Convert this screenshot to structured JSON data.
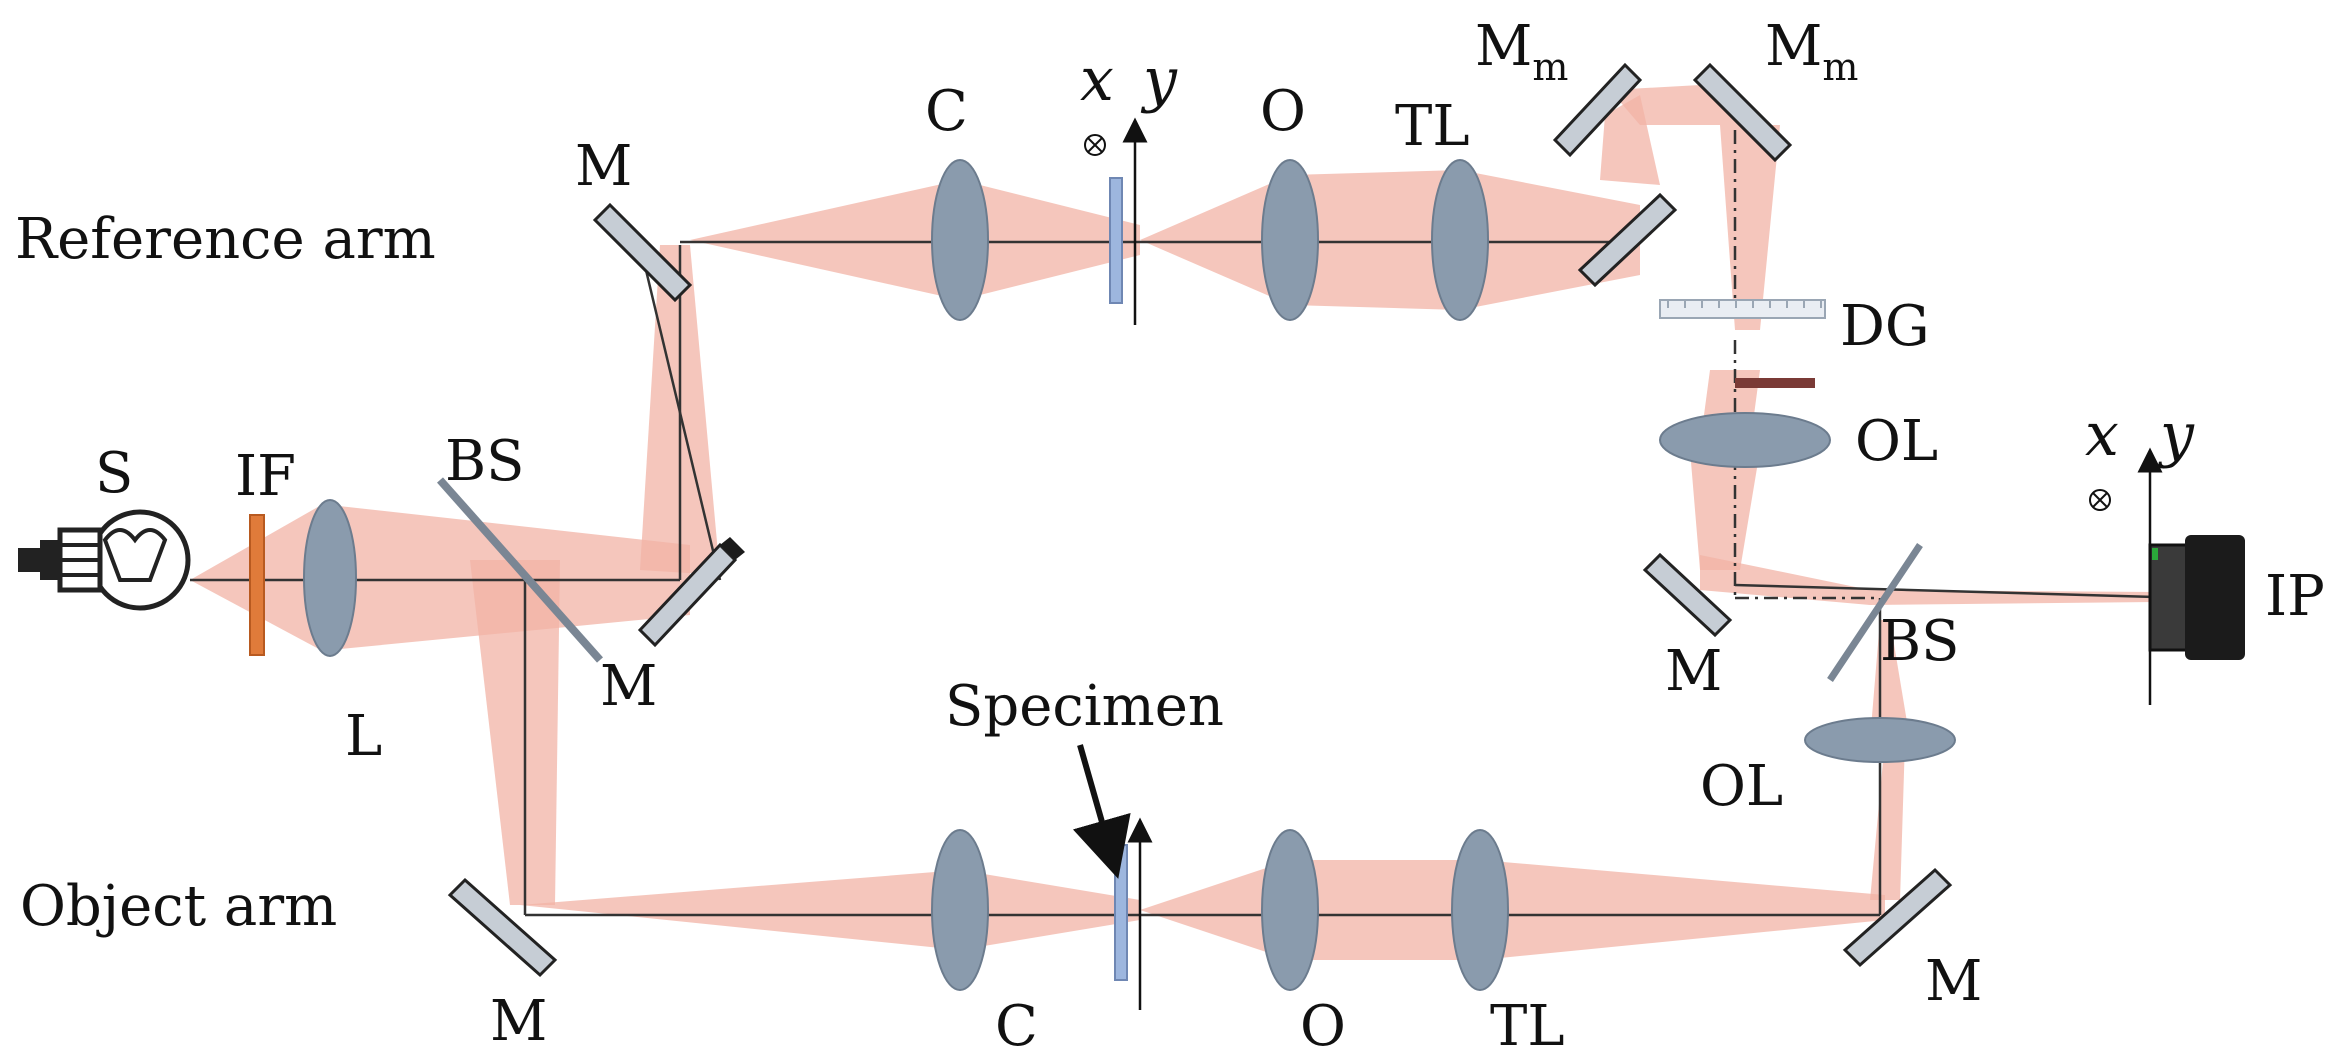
{
  "labels": {
    "reference_arm": "Reference arm",
    "object_arm": "Object arm",
    "source": "S",
    "interference_filter": "IF",
    "lens": "L",
    "beam_splitter_left": "BS",
    "beam_splitter_right": "BS",
    "condenser_ref": "C",
    "condenser_obj": "C",
    "objective_ref": "O",
    "objective_obj": "O",
    "tube_lens_ref": "TL",
    "tube_lens_obj": "TL",
    "mirror_ref_turn": "M",
    "mirror_left_bs": "M",
    "mirror_obj_turn": "M",
    "mirror_obj_right": "M",
    "mirror_combiner": "M",
    "mirror_m1_main": "M",
    "mirror_m1_sub": "m",
    "mirror_m2_main": "M",
    "mirror_m2_sub": "m",
    "diffraction_grating": "DG",
    "output_lens_upper": "OL",
    "output_lens_lower": "OL",
    "image_plane": "IP",
    "specimen": "Specimen",
    "axis_x_ref": "x",
    "axis_y_ref": "y",
    "axis_x_out": "x",
    "axis_y_out": "y"
  },
  "colors": {
    "beam": "#f2b3a6",
    "filter": "#e07b3a",
    "lens": "#8a9bad",
    "specimen": "#9db6de",
    "mirror_face": "#c6cdd5"
  }
}
